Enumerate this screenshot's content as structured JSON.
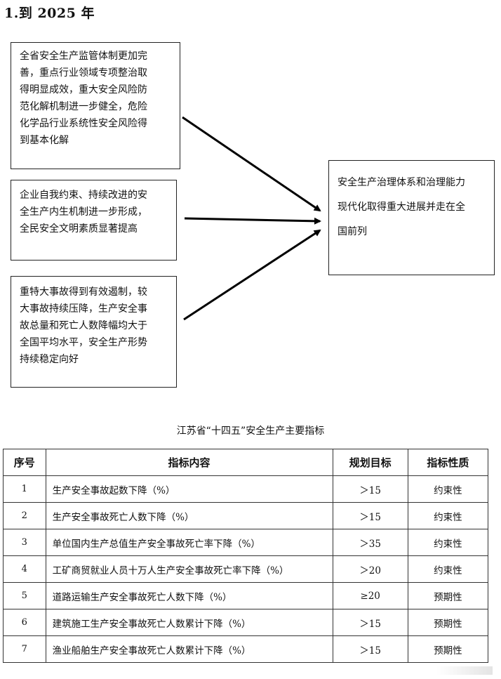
{
  "heading": "1.到 2025 年",
  "flow": {
    "left_boxes": [
      {
        "lines": [
          "全省安全生产监管体制更加完",
          "善，重点行业领域专项整治取",
          "得明显成效，重大安全风险防",
          "范化解机制进一步健全，危险",
          "化学品行业系统性安全风险得",
          "到基本化解"
        ]
      },
      {
        "lines": [
          "企业自我约束、持续改进的安",
          "全生产内生机制进一步形成，",
          "全民安全文明素质显著提高"
        ]
      },
      {
        "lines": [
          "重特大事故得到有效遏制，较",
          "大事故持续压降，生产安全事",
          "故总量和死亡人数降幅均大于",
          "全国平均水平，安全生产形势",
          "持续稳定向好"
        ]
      }
    ],
    "target_box": {
      "lines": [
        "安全生产治理体系和治理能力",
        "现代化取得重大进展并走在全",
        "国前列"
      ]
    }
  },
  "table": {
    "caption": "江苏省“十四五”安全生产主要指标",
    "headers": [
      "序号",
      "指标内容",
      "规划目标",
      "指标性质"
    ],
    "rows": [
      {
        "no": "1",
        "content": "生产安全事故起数下降（%）",
        "target": "＞15",
        "nature": "约束性"
      },
      {
        "no": "2",
        "content": "生产安全事故死亡人数下降（%）",
        "target": "＞15",
        "nature": "约束性"
      },
      {
        "no": "3",
        "content": "单位国内生产总值生产安全事故死亡率下降（%）",
        "target": "＞35",
        "nature": "约束性"
      },
      {
        "no": "4",
        "content": "工矿商贸就业人员十万人生产安全事故死亡率下降（%）",
        "target": "＞20",
        "nature": "约束性"
      },
      {
        "no": "5",
        "content": "道路运输生产安全事故死亡人数下降（%）",
        "target": "≥20",
        "nature": "预期性"
      },
      {
        "no": "6",
        "content": "建筑施工生产安全事故死亡人数累计下降（%）",
        "target": "＞15",
        "nature": "预期性"
      },
      {
        "no": "7",
        "content": "渔业船舶生产安全事故死亡人数累计下降（%）",
        "target": "＞15",
        "nature": "预期性"
      }
    ]
  }
}
